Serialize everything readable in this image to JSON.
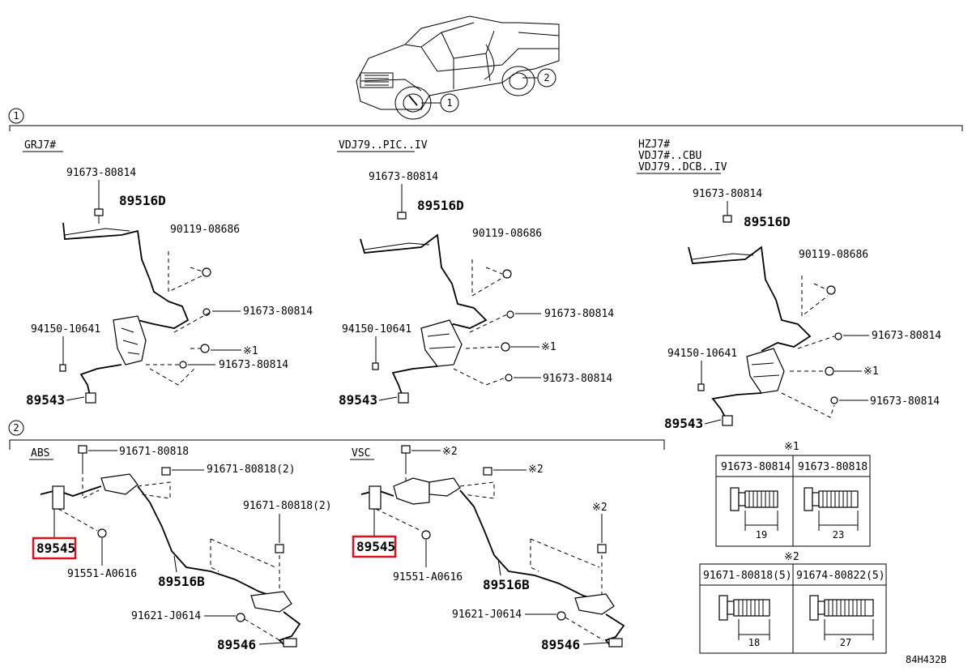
{
  "truck_callouts": [
    "1",
    "2"
  ],
  "sec1": {
    "num": "1",
    "a": {
      "title": "GRJ7#",
      "p_bolt_top": "91673-80814",
      "p_harness": "89516D",
      "p_bolt_a": "90119-08686",
      "p_bolt_b": "91673-80814",
      "p_clip": "94150-10641",
      "p_note": "※1",
      "p_bolt_c": "91673-80814",
      "p_sensor": "89543"
    },
    "b": {
      "title": "VDJ79..PIC..IV",
      "p_bolt_top": "91673-80814",
      "p_harness": "89516D",
      "p_bolt_a": "90119-08686",
      "p_bolt_b": "91673-80814",
      "p_clip": "94150-10641",
      "p_note": "※1",
      "p_bolt_c": "91673-80814",
      "p_sensor": "89543"
    },
    "c": {
      "title1": "HZJ7#",
      "title2": "VDJ7#..CBU",
      "title3": "VDJ79..DCB..IV",
      "p_bolt_top": "91673-80814",
      "p_harness": "89516D",
      "p_bolt_a": "90119-08686",
      "p_bolt_b": "91673-80814",
      "p_clip": "94150-10641",
      "p_note": "※1",
      "p_bolt_c": "91673-80814",
      "p_sensor": "89543"
    }
  },
  "sec2": {
    "num": "2",
    "abs": {
      "title": "ABS",
      "p_bolt1": "91671-80818",
      "p_bolt2": "91671-80818(2)",
      "p_bolt3": "91671-80818(2)",
      "p_sensor": "89545",
      "p_bolt4": "91551-A0616",
      "p_harness": "89516B",
      "p_bolt5": "91621-J0614",
      "p_sensor2": "89546"
    },
    "vsc": {
      "title": "VSC",
      "p_note1": "※2",
      "p_note2": "※2",
      "p_note3": "※2",
      "p_sensor": "89545",
      "p_bolt4": "91551-A0616",
      "p_harness": "89516B",
      "p_bolt5": "91621-J0614",
      "p_sensor2": "89546"
    }
  },
  "table1": {
    "title": "※1",
    "headers": [
      "91673-80814",
      "91673-80818"
    ],
    "dims": [
      "19",
      "23"
    ]
  },
  "table2": {
    "title": "※2",
    "headers": [
      "91671-80818(5)",
      "91674-80822(5)"
    ],
    "dims": [
      "18",
      "27"
    ]
  },
  "code": "84H432B",
  "colors": {
    "highlight": "#e0101a",
    "line": "#000000"
  }
}
